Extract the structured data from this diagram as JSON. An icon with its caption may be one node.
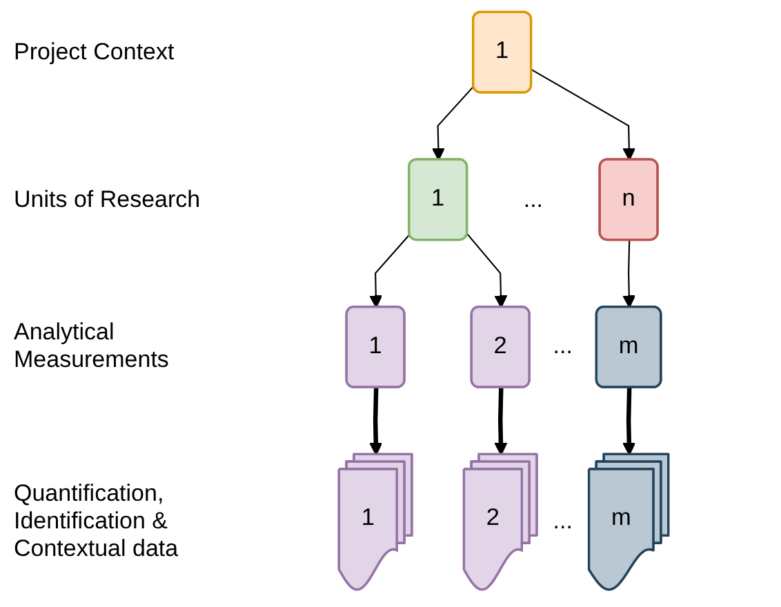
{
  "diagram": {
    "nodes": [
      {
        "text": [
          "1"
        ]
      },
      {
        "text": [
          "1"
        ]
      },
      {
        "text": [
          "n"
        ]
      },
      {
        "text": [
          "1"
        ]
      },
      {
        "text": [
          "2"
        ]
      },
      {
        "text": [
          "m"
        ]
      },
      {
        "text": [
          "1"
        ]
      },
      {
        "text": [
          "2"
        ]
      },
      {
        "text": [
          "m"
        ]
      }
    ],
    "edges": [
      {
        "from": 0,
        "to": 1,
        "arrow": "to"
      },
      {
        "from": 0,
        "to": 2,
        "arrow": "to"
      },
      {
        "from": 1,
        "to": 3,
        "arrow": "to"
      },
      {
        "from": 1,
        "to": 4,
        "arrow": "to"
      },
      {
        "from": 2,
        "to": 5,
        "arrow": "to"
      },
      {
        "from": 3,
        "to": 6,
        "arrow": "to",
        "style": "thick"
      },
      {
        "from": 4,
        "to": 7,
        "arrow": "to",
        "style": "thick"
      },
      {
        "from": 5,
        "to": 8,
        "arrow": "to",
        "style": "thick"
      }
    ],
    "labels": [
      "Project Context",
      "Units of Research",
      "...",
      "Analytical Measurements",
      "...",
      "Quantification, Identification & Contextual data",
      "..."
    ]
  }
}
